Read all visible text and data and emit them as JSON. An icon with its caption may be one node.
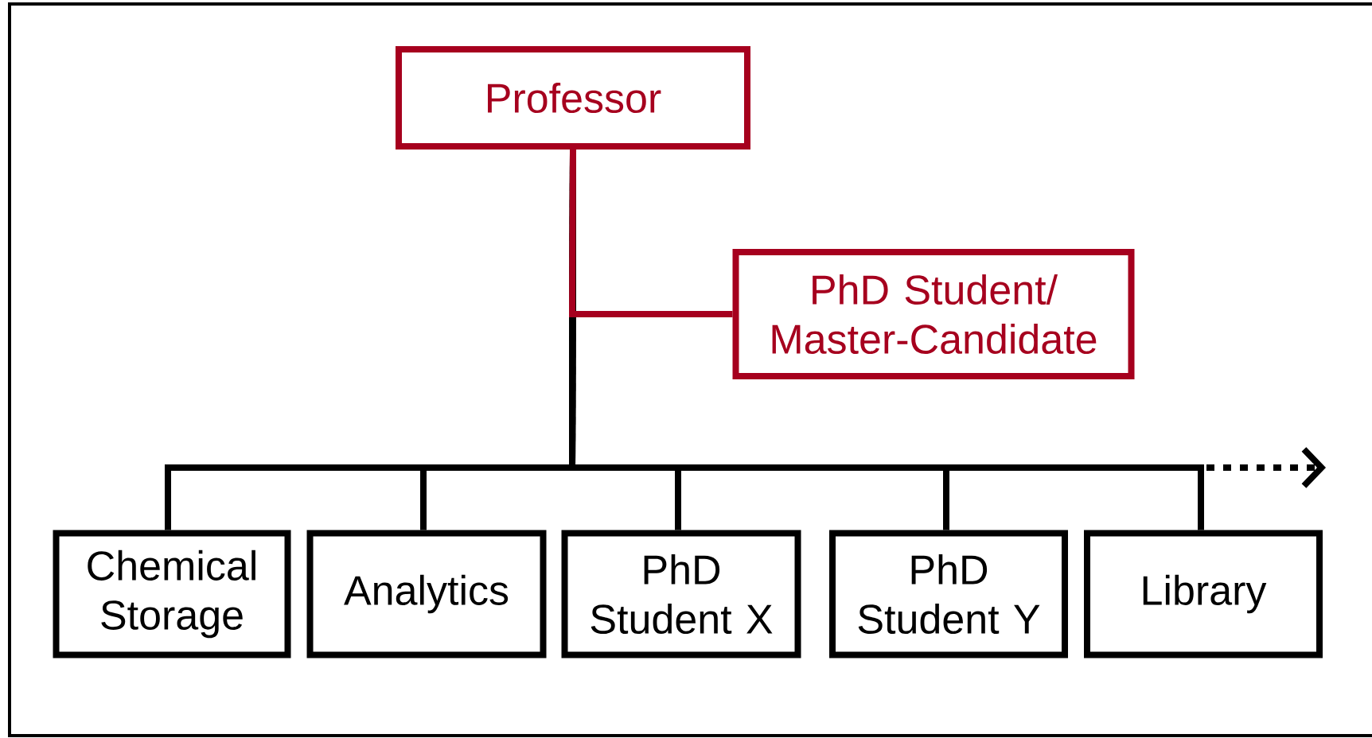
{
  "diagram": {
    "nodes": [
      {
        "text": [
          "Professor"
        ]
      },
      {
        "text": [
          "PhD Student/ Master-Candidate"
        ]
      },
      {
        "text": [
          "Chemical Storage"
        ]
      },
      {
        "text": [
          "Analytics"
        ]
      },
      {
        "text": [
          "PhD Student X"
        ]
      },
      {
        "text": [
          "PhD Student Y"
        ]
      },
      {
        "text": [
          "Library"
        ]
      }
    ],
    "edges": [
      {
        "from": 0,
        "to": 1,
        "arrow": "none",
        "color": "#a6001e"
      },
      {
        "from": 0,
        "to": 2,
        "arrow": "none"
      },
      {
        "from": 0,
        "to": 3,
        "arrow": "none"
      },
      {
        "from": 0,
        "to": 4,
        "arrow": "none"
      },
      {
        "from": 0,
        "to": 5,
        "arrow": "none"
      },
      {
        "from": 0,
        "to": 6,
        "arrow": "none"
      },
      {
        "from": 0,
        "to": null,
        "arrow": "to",
        "style": "dashed"
      }
    ]
  }
}
